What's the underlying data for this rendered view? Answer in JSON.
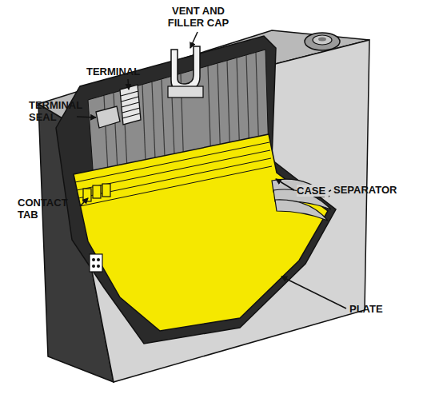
{
  "diagram": {
    "labels": [
      "VENT AND FILLER CAP",
      "TERMINAL",
      "TERMINAL SEAL",
      "CASE",
      "SEPARATOR",
      "CONTACT TAB",
      "PLATE"
    ]
  }
}
